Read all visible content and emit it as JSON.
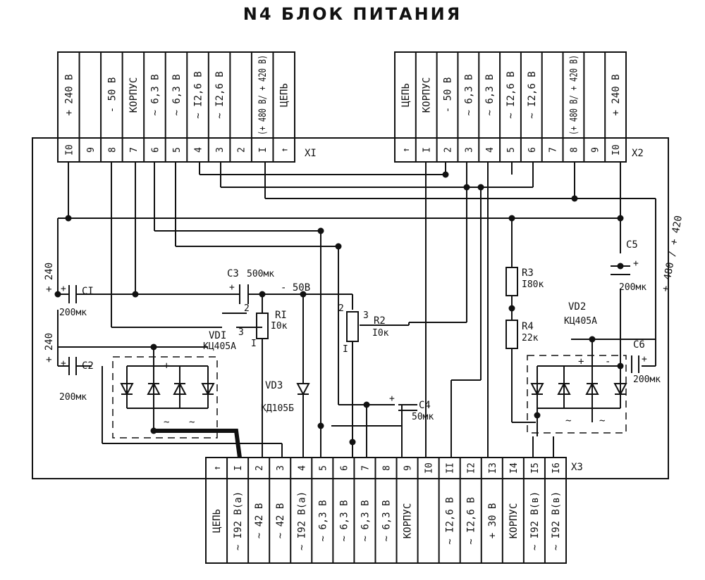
{
  "title": "N4  БЛОК ПИТАНИЯ",
  "x1": {
    "label": "XI",
    "pins": [
      {
        "num": "I0",
        "signal": "+ 240 В"
      },
      {
        "num": "9",
        "signal": ""
      },
      {
        "num": "8",
        "signal": "- 50 В"
      },
      {
        "num": "7",
        "signal": "КОРПУС"
      },
      {
        "num": "6",
        "signal": "~ 6,3 В"
      },
      {
        "num": "5",
        "signal": "~ 6,3 В"
      },
      {
        "num": "4",
        "signal": "~ I2,6 В"
      },
      {
        "num": "3",
        "signal": "~ I2,6 В"
      },
      {
        "num": "2",
        "signal": ""
      },
      {
        "num": "I",
        "signal": "(+ 480 В/ + 420 В)"
      },
      {
        "num": "↑",
        "signal": "ЦЕПЬ"
      }
    ]
  },
  "x2": {
    "label": "X2",
    "pins": [
      {
        "num": "↑",
        "signal": "ЦЕПЬ"
      },
      {
        "num": "I",
        "signal": "КОРПУС"
      },
      {
        "num": "2",
        "signal": "- 50 В"
      },
      {
        "num": "3",
        "signal": "~ 6,3 В"
      },
      {
        "num": "4",
        "signal": "~ 6,3 В"
      },
      {
        "num": "5",
        "signal": "~ I2,6 В"
      },
      {
        "num": "6",
        "signal": "~ I2,6 В"
      },
      {
        "num": "7",
        "signal": ""
      },
      {
        "num": "8",
        "signal": "(+ 480 В/ + 420 В)"
      },
      {
        "num": "9",
        "signal": ""
      },
      {
        "num": "I0",
        "signal": "+ 240 В"
      }
    ]
  },
  "x3": {
    "label": "X3",
    "pins": [
      {
        "num": "↑",
        "signal": "ЦЕПЬ"
      },
      {
        "num": "I",
        "signal": "~ I92 В(а)"
      },
      {
        "num": "2",
        "signal": "~ 42 В"
      },
      {
        "num": "3",
        "signal": "~ 42 В"
      },
      {
        "num": "4",
        "signal": "~ I92 В(а)"
      },
      {
        "num": "5",
        "signal": "~ 6,3 В"
      },
      {
        "num": "6",
        "signal": "~ 6,3 В"
      },
      {
        "num": "7",
        "signal": "~ 6,3 В"
      },
      {
        "num": "8",
        "signal": "~ 6,3 В"
      },
      {
        "num": "9",
        "signal": "КОРПУС"
      },
      {
        "num": "I0",
        "signal": ""
      },
      {
        "num": "II",
        "signal": "~ I2,6 В"
      },
      {
        "num": "I2",
        "signal": "~ I2,6 В"
      },
      {
        "num": "I3",
        "signal": "+ 30 В"
      },
      {
        "num": "I4",
        "signal": "КОРПУС"
      },
      {
        "num": "I5",
        "signal": "~ I92 В(в)"
      },
      {
        "num": "I6",
        "signal": "~ I92 В(в)"
      }
    ]
  },
  "components": {
    "c1": "CI",
    "c1_val": "200мк",
    "c2": "C2",
    "c2_val": "200мк",
    "c3": "C3",
    "c3_val": "500мк",
    "c4": "C4",
    "c4_val": "50мк",
    "c5": "C5",
    "c5_val": "200мк",
    "c6": "C6",
    "c6_val": "200мк",
    "r1": "RI",
    "r1_val": "I0к",
    "r2": "R2",
    "r2_val": "I0к",
    "r3": "R3",
    "r3_val": "I80к",
    "r4": "R4",
    "r4_val": "22к",
    "vd1": "VDI",
    "vd1_type": "КЦ405А",
    "vd2": "VD2",
    "vd2_type": "КЦ405А",
    "vd3": "VD3",
    "vd3_type": "КД105Б"
  },
  "net_labels": {
    "minus50": "- 50В",
    "plus240_a": "+ 240",
    "plus240_b": "+ 240",
    "hv": "+ 480 / + 420",
    "plus": "+",
    "minus": "-",
    "ac": "~",
    "pin1": "I",
    "pin2": "2",
    "pin3": "3"
  }
}
